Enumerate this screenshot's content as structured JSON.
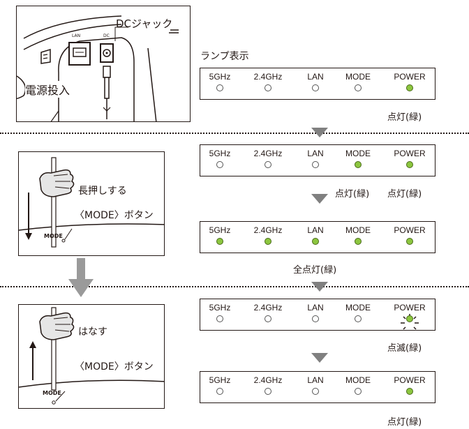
{
  "lamp_section_title": "ランプ表示",
  "lamps": [
    "5GHz",
    "2.4GHz",
    "LAN",
    "MODE",
    "POWER"
  ],
  "steps": [
    {
      "states": [
        "off",
        "off",
        "off",
        "off",
        "on"
      ],
      "note": "点灯(緑)"
    },
    {
      "states": [
        "off",
        "off",
        "off",
        "on",
        "on"
      ],
      "note_mode": "点灯(緑)",
      "note_power": "点灯(緑)"
    },
    {
      "states": [
        "on",
        "on",
        "on",
        "on",
        "on"
      ],
      "note": "全点灯(緑)"
    },
    {
      "states": [
        "off",
        "off",
        "off",
        "off",
        "blink"
      ],
      "note": "点滅(緑)"
    },
    {
      "states": [
        "off",
        "off",
        "off",
        "off",
        "on"
      ],
      "note": "点灯(緑)"
    }
  ],
  "illustrations": {
    "power": {
      "dc_jack": "DCジャック",
      "power_on": "電源投入",
      "port_lan": "LAN",
      "port_dc": "DC"
    },
    "press": {
      "action": "長押しする",
      "button": "〈MODE〉ボタン",
      "mode_label": "MODE"
    },
    "release": {
      "action": "はなす",
      "button": "〈MODE〉ボタン",
      "mode_label": "MODE"
    }
  },
  "colors": {
    "led_on": "#8cc63f",
    "arrow": "#808080",
    "line": "#231815"
  },
  "icons": [
    "hand-icon",
    "down-arrow-icon",
    "up-arrow-icon",
    "step-arrow-icon",
    "blink-rays-icon"
  ]
}
